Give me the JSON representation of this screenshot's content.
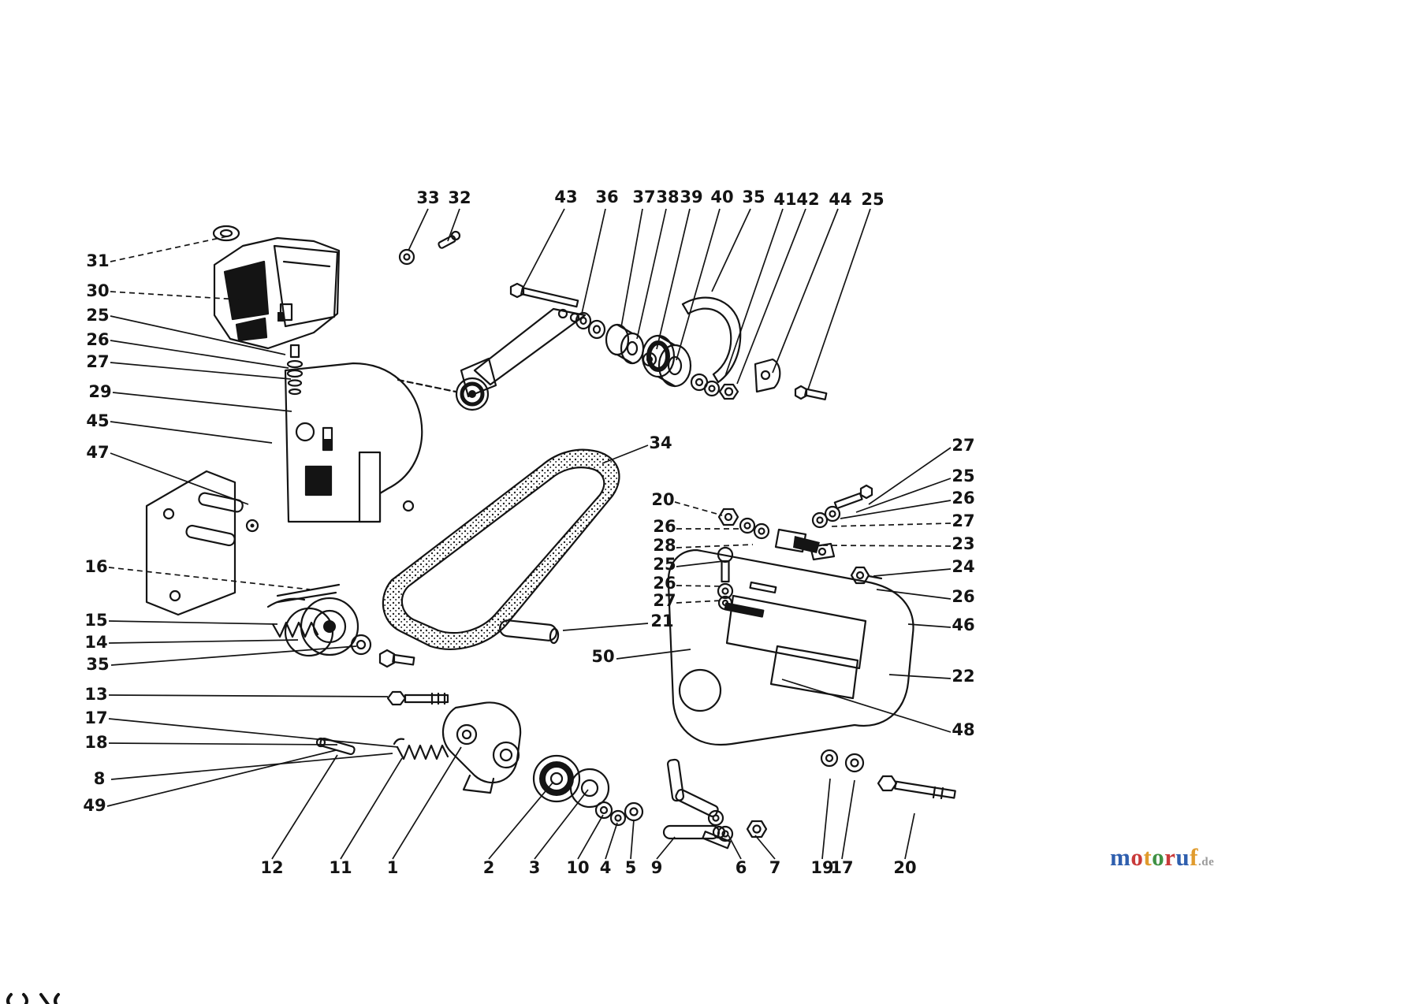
{
  "diagram": {
    "labels": [
      "33",
      "32",
      "43",
      "36",
      "37",
      "38",
      "39",
      "40",
      "35",
      "41",
      "42",
      "44",
      "25",
      "31",
      "30",
      "25",
      "26",
      "27",
      "29",
      "45",
      "47",
      "16",
      "15",
      "14",
      "35",
      "13",
      "17",
      "18",
      "8",
      "49",
      "34",
      "20",
      "26",
      "28",
      "25",
      "26",
      "27",
      "21",
      "50",
      "27",
      "25",
      "26",
      "27",
      "23",
      "24",
      "26",
      "46",
      "22",
      "48",
      "12",
      "11",
      "1",
      "2",
      "3",
      "10",
      "4",
      "5",
      "9",
      "6",
      "7",
      "19",
      "17",
      "20"
    ]
  },
  "watermark": {
    "letters": [
      {
        "ch": "m",
        "color": "#2f5fae"
      },
      {
        "ch": "o",
        "color": "#c93a3a"
      },
      {
        "ch": "t",
        "color": "#e09b2d"
      },
      {
        "ch": "o",
        "color": "#3f9143"
      },
      {
        "ch": "r",
        "color": "#c93a3a"
      },
      {
        "ch": "u",
        "color": "#2f5fae"
      },
      {
        "ch": "f",
        "color": "#e09b2d"
      }
    ],
    "suffix": ".de",
    "suffix_color": "#9a9a9a"
  }
}
